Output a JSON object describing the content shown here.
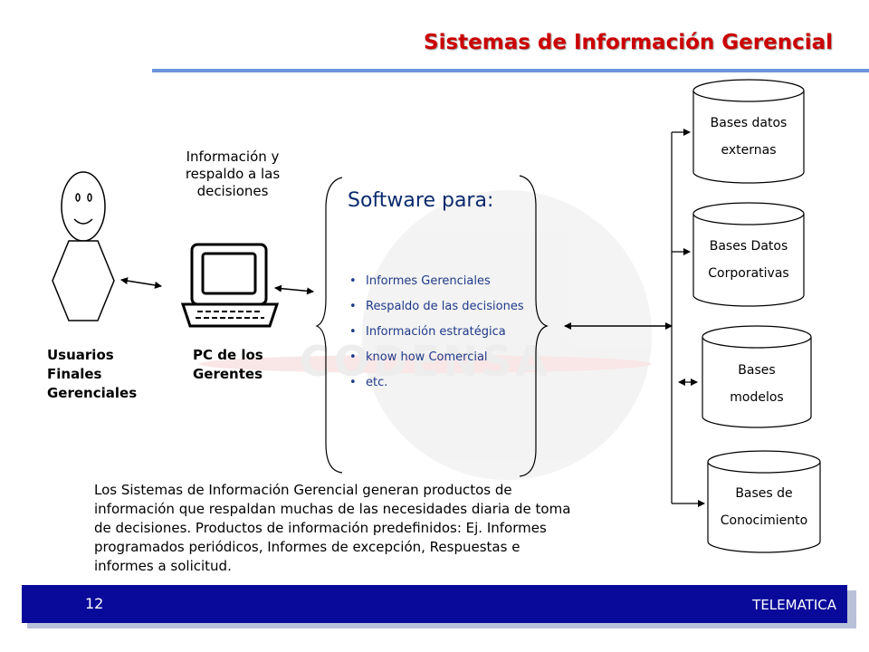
{
  "header": {
    "title": "Sistemas de Información Gerencial"
  },
  "watermark": {
    "text": "CODENSA"
  },
  "left": {
    "info_label": [
      "Información y",
      "respaldo a las",
      "decisiones"
    ],
    "users_label": [
      "Usuarios",
      "Finales",
      "Gerenciales"
    ],
    "pc_label": [
      "PC de los",
      "Gerentes"
    ]
  },
  "software": {
    "title": "Software para:",
    "items": [
      "Informes Gerenciales",
      "Respaldo de las decisiones",
      "Información estratégica",
      "know how Comercial",
      "etc."
    ]
  },
  "databases": [
    {
      "lines": [
        "Bases datos",
        "externas"
      ]
    },
    {
      "lines": [
        "Bases Datos",
        "Corporativas"
      ]
    },
    {
      "lines": [
        "Bases",
        "modelos"
      ]
    },
    {
      "lines": [
        "Bases de",
        "Conocimiento"
      ]
    }
  ],
  "description": "Los Sistemas de Información Gerencial  generan productos de información que respaldan muchas de las necesidades diaria de toma de decisiones. Productos de información predefinidos: Ej. Informes programados periódicos, Informes de excepción, Respuestas e informes a solicitud.",
  "footer": {
    "page_number": "12",
    "brand": "TELEMATICA"
  },
  "colors": {
    "title": "#cc0000",
    "rule": "#6c93dc",
    "footer": "#0a0a9a",
    "software_text": "#1f3a8a"
  }
}
